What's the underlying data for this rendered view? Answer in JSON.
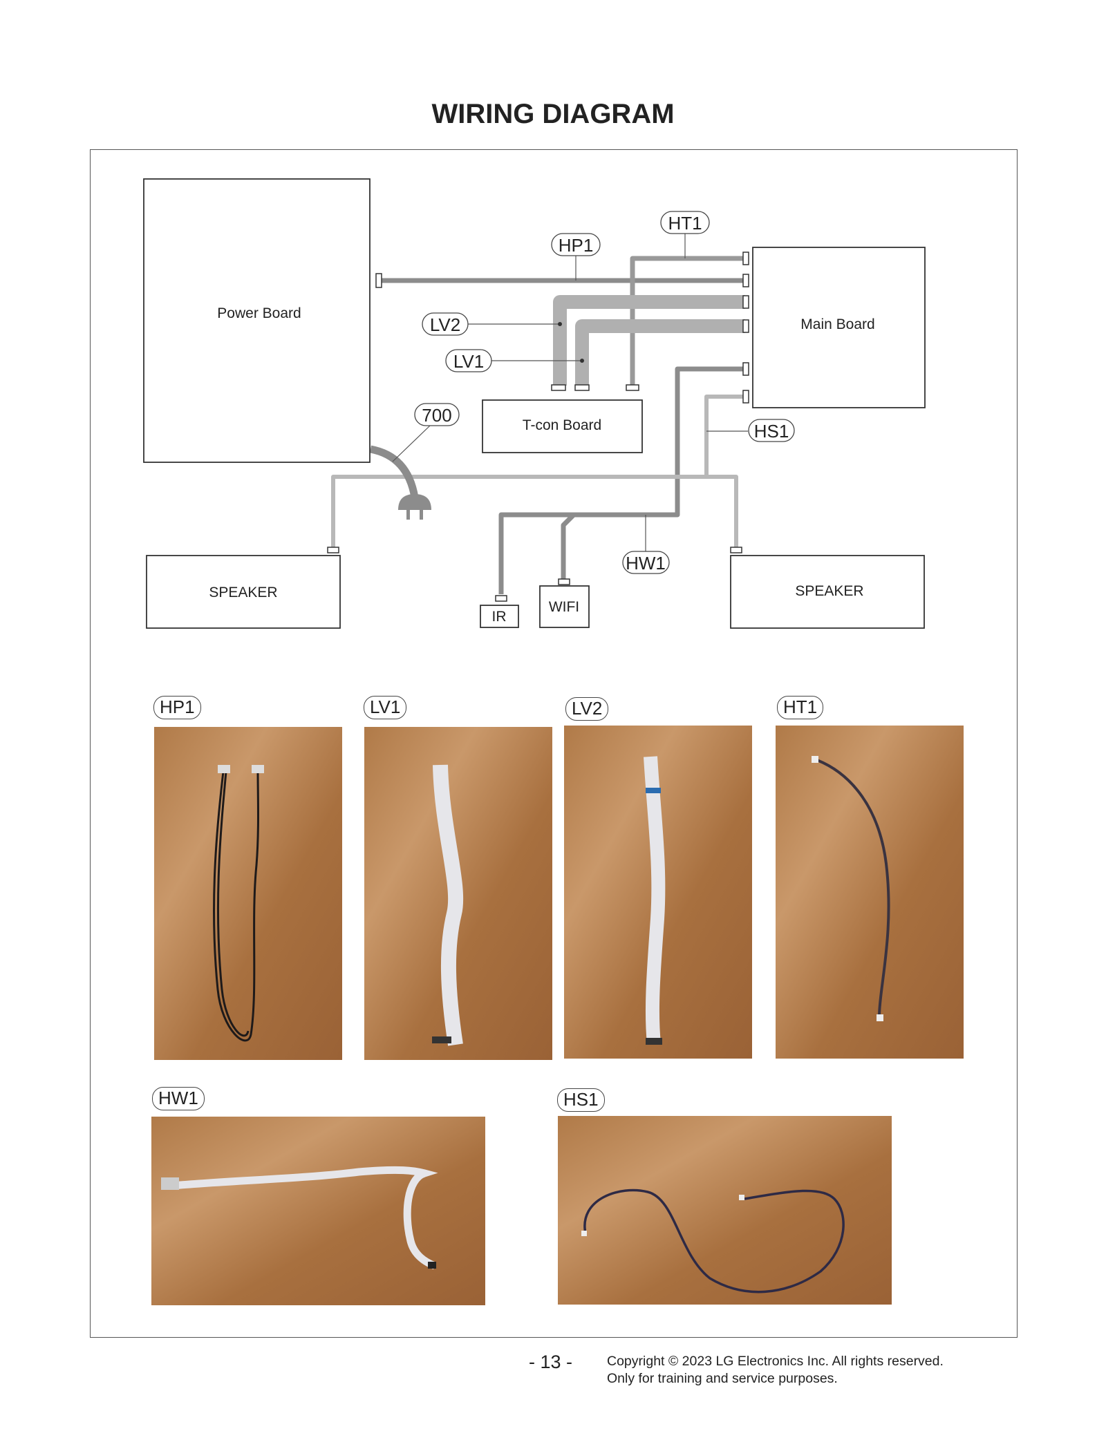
{
  "page": {
    "title": "WIRING DIAGRAM",
    "page_number": "- 13 -",
    "copyright_line1": "Copyright © 2023 LG Electronics Inc. All rights reserved.",
    "copyright_line2": "Only for training and service purposes."
  },
  "diagram": {
    "boards": {
      "power_board": "Power Board",
      "main_board": "Main Board",
      "tcon_board": "T-con Board",
      "speaker_left": "SPEAKER",
      "speaker_right": "SPEAKER",
      "ir": "IR",
      "wifi": "WIFI"
    },
    "cable_tags": {
      "ht1": "HT1",
      "hp1": "HP1",
      "lv2": "LV2",
      "lv1": "LV1",
      "t700": "700",
      "hs1": "HS1",
      "hw1": "HW1"
    },
    "colors": {
      "cable_dark": "#8c8c8c",
      "cable_light": "#b4b4b4",
      "outline": "#333333"
    }
  },
  "photos": [
    {
      "label": "HP1",
      "icon": "black-wire-harness"
    },
    {
      "label": "LV1",
      "icon": "ribbon-flex-cable"
    },
    {
      "label": "LV2",
      "icon": "ribbon-flex-cable"
    },
    {
      "label": "HT1",
      "icon": "thin-black-wire"
    },
    {
      "label": "HW1",
      "icon": "ribbon-flex-cable"
    },
    {
      "label": "HS1",
      "icon": "thin-black-wire"
    }
  ]
}
